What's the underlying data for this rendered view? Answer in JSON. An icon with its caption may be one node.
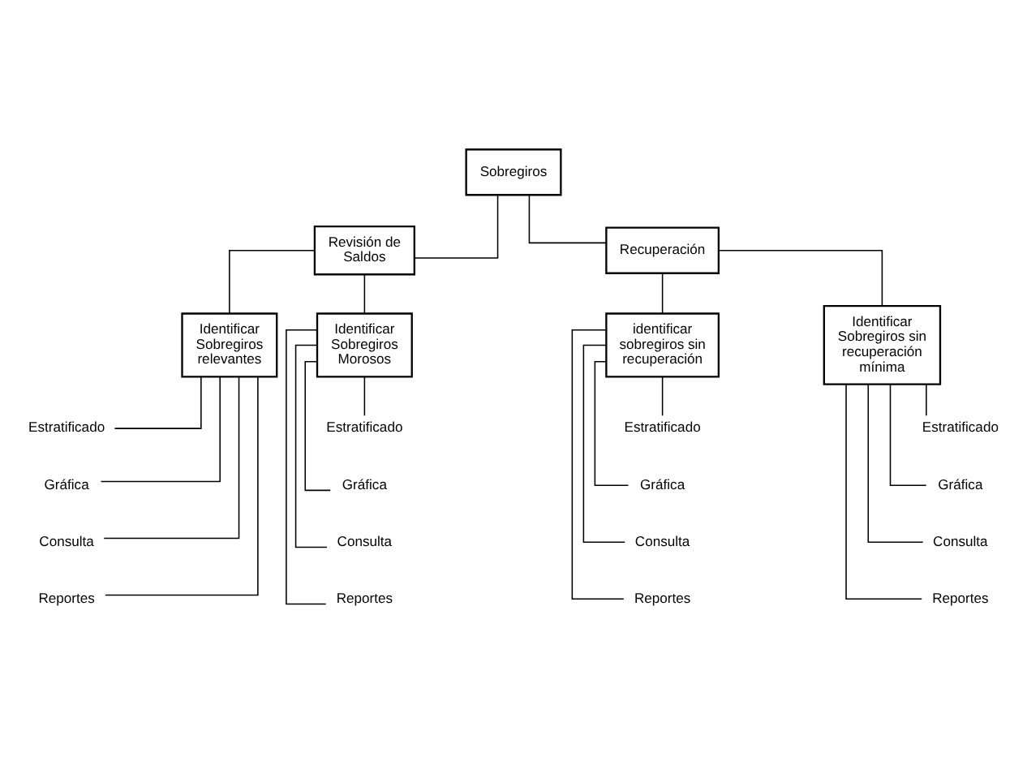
{
  "diagram": {
    "nodes": [
      {
        "text": [
          "Sobregiros"
        ]
      },
      {
        "text": [
          "Revisión de Saldos"
        ]
      },
      {
        "text": [
          "Recuperación"
        ]
      },
      {
        "text": [
          "Identificar Sobregiros relevantes"
        ]
      },
      {
        "text": [
          "Identificar Sobregiros Morosos"
        ]
      },
      {
        "text": [
          "identificar sobregiros sin recuperación"
        ]
      },
      {
        "text": [
          "Identificar Sobregiros sin recuperación mínima"
        ]
      },
      {
        "text": [
          "Estratificado"
        ]
      },
      {
        "text": [
          "Gráfica"
        ]
      },
      {
        "text": [
          "Consulta"
        ]
      },
      {
        "text": [
          "Reportes"
        ]
      },
      {
        "text": [
          "Estratificado"
        ]
      },
      {
        "text": [
          "Gráfica"
        ]
      },
      {
        "text": [
          "Consulta"
        ]
      },
      {
        "text": [
          "Reportes"
        ]
      },
      {
        "text": [
          "Estratificado"
        ]
      },
      {
        "text": [
          "Gráfica"
        ]
      },
      {
        "text": [
          "Consulta"
        ]
      },
      {
        "text": [
          "Reportes"
        ]
      },
      {
        "text": [
          "Estratificado"
        ]
      },
      {
        "text": [
          "Gráfica"
        ]
      },
      {
        "text": [
          "Consulta"
        ]
      },
      {
        "text": [
          "Reportes"
        ]
      }
    ],
    "edges": [
      {
        "from": 0,
        "to": 1,
        "arrow": "none"
      },
      {
        "from": 0,
        "to": 2,
        "arrow": "none"
      },
      {
        "from": 1,
        "to": 3,
        "arrow": "none"
      },
      {
        "from": 1,
        "to": 4,
        "arrow": "none"
      },
      {
        "from": 2,
        "to": 5,
        "arrow": "none"
      },
      {
        "from": 2,
        "to": 6,
        "arrow": "none"
      },
      {
        "from": 3,
        "to": 7,
        "arrow": "none"
      },
      {
        "from": 3,
        "to": 8,
        "arrow": "none"
      },
      {
        "from": 3,
        "to": 9,
        "arrow": "none"
      },
      {
        "from": 3,
        "to": 10,
        "arrow": "none"
      },
      {
        "from": 4,
        "to": 11,
        "arrow": "none"
      },
      {
        "from": 4,
        "to": 12,
        "arrow": "none"
      },
      {
        "from": 4,
        "to": 13,
        "arrow": "none"
      },
      {
        "from": 4,
        "to": 14,
        "arrow": "none"
      },
      {
        "from": 5,
        "to": 15,
        "arrow": "none"
      },
      {
        "from": 5,
        "to": 16,
        "arrow": "none"
      },
      {
        "from": 5,
        "to": 17,
        "arrow": "none"
      },
      {
        "from": 5,
        "to": 18,
        "arrow": "none"
      },
      {
        "from": 6,
        "to": 19,
        "arrow": "none"
      },
      {
        "from": 6,
        "to": 20,
        "arrow": "none"
      },
      {
        "from": 6,
        "to": 21,
        "arrow": "none"
      },
      {
        "from": 6,
        "to": 22,
        "arrow": "none"
      }
    ]
  }
}
